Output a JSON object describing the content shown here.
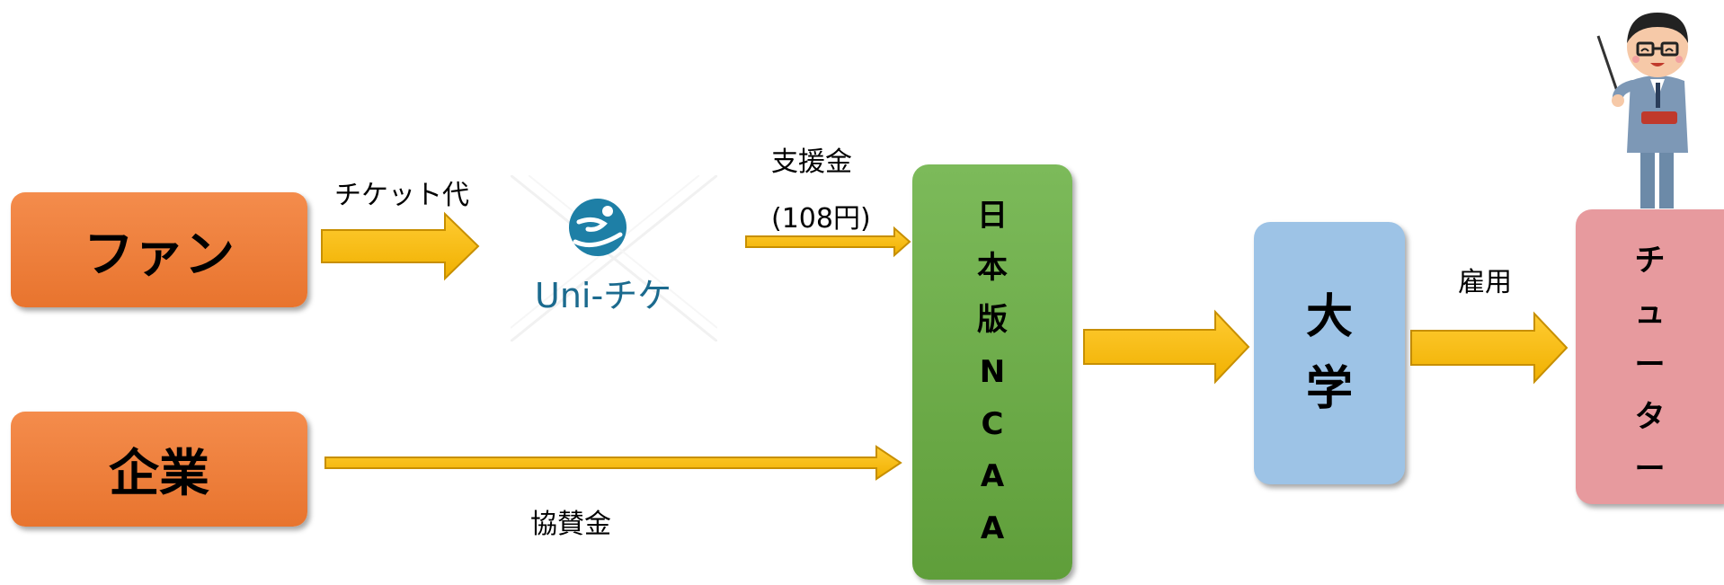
{
  "nodes": {
    "fan": "ファン",
    "company": "企業",
    "ncaa": [
      "日",
      "本",
      "版",
      "N",
      "C",
      "A",
      "A"
    ],
    "university": [
      "大",
      "学"
    ],
    "tutor": [
      "チ",
      "ュ",
      "ー",
      "タ",
      "ー"
    ]
  },
  "logo": {
    "text": "Uni-チケ",
    "icon": "runner-circle-icon",
    "color": "#1b6a8e"
  },
  "labels": {
    "ticket_fee": "チケット代",
    "support_fund": "支援金",
    "support_amount": "(108円)",
    "sponsorship": "協賛金",
    "employment": "雇用"
  },
  "figure": {
    "icon": "teacher-with-pointer-icon"
  },
  "colors": {
    "orange": "#ef7f3c",
    "green": "#6fae49",
    "blue": "#9dc3e6",
    "pink": "#e79a9e",
    "arrow": "#ffc000"
  }
}
